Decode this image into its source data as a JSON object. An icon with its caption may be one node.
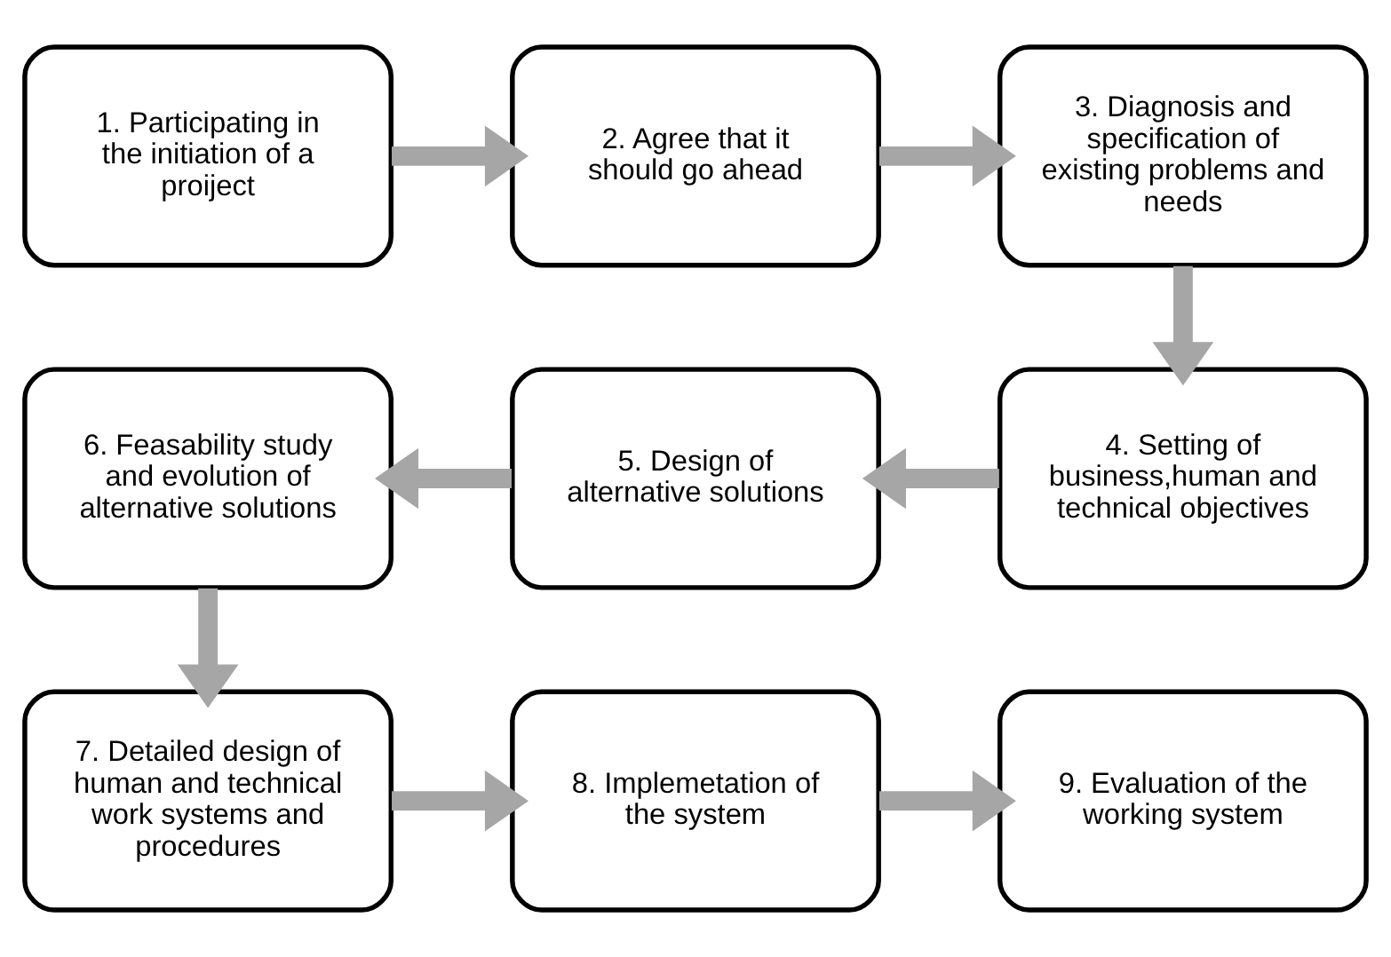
{
  "diagram": {
    "nodes": [
      {
        "text": [
          "1. Participating in the initiation of a proiject"
        ]
      },
      {
        "text": [
          "2. Agree that it should go ahead"
        ]
      },
      {
        "text": [
          "3. Diagnosis and specification of existing problems and needs"
        ]
      },
      {
        "text": [
          "4. Setting of business,human and technical objectives"
        ]
      },
      {
        "text": [
          "5. Design of alternative solutions"
        ]
      },
      {
        "text": [
          "6. Feasability study and evolution of alternative solutions"
        ]
      },
      {
        "text": [
          "7. Detailed design of human and technical work systems and procedures"
        ]
      },
      {
        "text": [
          "8. Implemetation of the system"
        ]
      },
      {
        "text": [
          "9. Evaluation of the working system"
        ]
      }
    ],
    "edges": [
      {
        "from": 0,
        "to": 1,
        "arrow": "to"
      },
      {
        "from": 1,
        "to": 2,
        "arrow": "to"
      },
      {
        "from": 2,
        "to": 3,
        "arrow": "to"
      },
      {
        "from": 3,
        "to": 4,
        "arrow": "to"
      },
      {
        "from": 4,
        "to": 5,
        "arrow": "to"
      },
      {
        "from": 5,
        "to": 6,
        "arrow": "to"
      },
      {
        "from": 6,
        "to": 7,
        "arrow": "to"
      },
      {
        "from": 7,
        "to": 8,
        "arrow": "to"
      }
    ]
  }
}
